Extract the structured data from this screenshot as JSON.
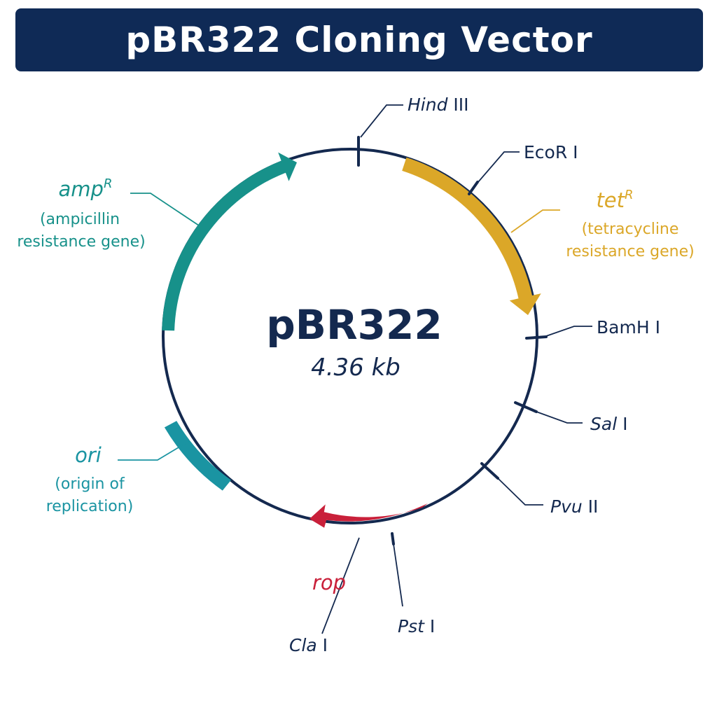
{
  "title": "pBR322 Cloning Vector",
  "plasmid": {
    "name": "pBR322",
    "size": "4.36 kb"
  },
  "colors": {
    "banner": "#0f2a56",
    "backbone": "#14294f",
    "ampR": "#17918a",
    "tetR": "#dba728",
    "ori": "#1a94a2",
    "rop": "#c9203a"
  },
  "genes": {
    "ampR": {
      "name": "amp",
      "superscript": "R",
      "desc_line1": "(ampicillin",
      "desc_line2": "resistance gene)"
    },
    "tetR": {
      "name": "tet",
      "superscript": "R",
      "desc_line1": "(tetracycline",
      "desc_line2": "resistance gene)"
    },
    "ori": {
      "name": "ori",
      "desc_line1": "(origin of",
      "desc_line2": "replication)"
    },
    "rop": {
      "name": "rop"
    }
  },
  "sites": {
    "hindIII": {
      "italic": "Hind",
      "roman": " III"
    },
    "ecoRI": {
      "italic": "",
      "roman": "EcoR I"
    },
    "bamHI": {
      "italic": "",
      "roman": "BamH I"
    },
    "salI": {
      "italic": "Sal",
      "roman": " I"
    },
    "pvuII": {
      "italic": "Pvu",
      "roman": " II"
    },
    "pstI": {
      "italic": "Pst",
      "roman": " I"
    },
    "claI": {
      "italic": "Cla",
      "roman": " I"
    }
  }
}
